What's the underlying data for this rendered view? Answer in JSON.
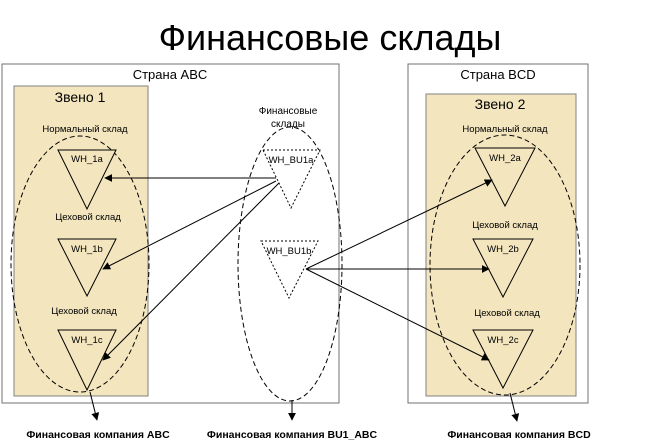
{
  "title": "Финансовые склады",
  "countries": [
    {
      "name": "Страна ABC",
      "link": "Звено 1",
      "warehouses": [
        "WH_1a",
        "WH_1b",
        "WH_1c"
      ],
      "labels": [
        "Нормальный склад",
        "Цеховой склад",
        "Цеховой склад"
      ],
      "company": "Финансовая компания ABC"
    },
    {
      "name": "Страна BCD",
      "link": "Звено 2",
      "warehouses": [
        "WH_2a",
        "WH_2b",
        "WH_2c"
      ],
      "labels": [
        "Нормальный склад",
        "Цеховой склад",
        "Цеховой склад"
      ],
      "company": "Финансовая компания BCD"
    }
  ],
  "financial": {
    "title_line1": "Финансовые",
    "title_line2": "склады",
    "warehouses": [
      "WH_BU1a",
      "WH_BU1b"
    ],
    "company": "Финансовая компания BU1_ABC"
  }
}
